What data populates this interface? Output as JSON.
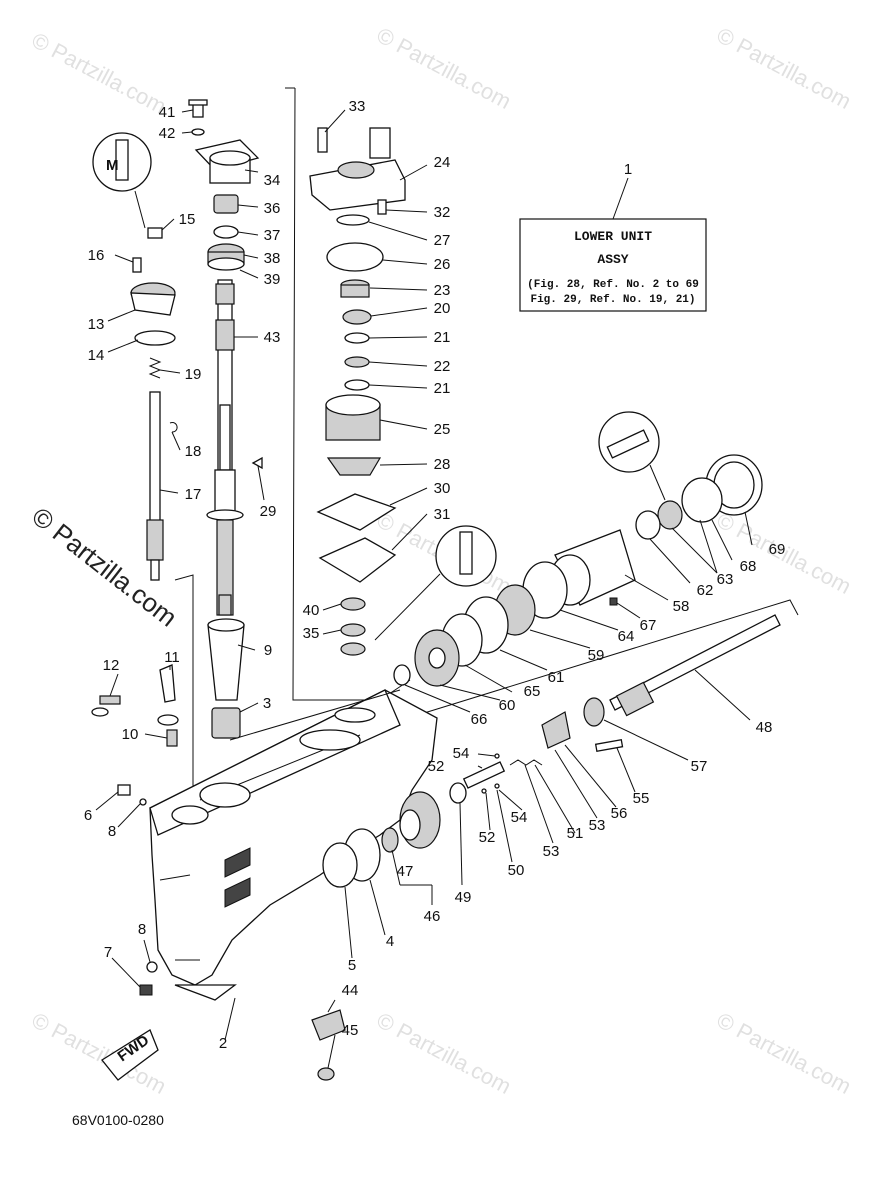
{
  "title_box": {
    "title": "LOWER UNIT",
    "subtitle": "ASSY",
    "refs_line1": "(Fig. 28, Ref. No. 2 to 69",
    "refs_line2": "Fig. 29, Ref. No. 19, 21)",
    "callout": "1"
  },
  "diagram_code": "68V0100-0280",
  "fwd_label": "FWD",
  "watermark": "© Partzilla.com",
  "labels": {
    "p2": "2",
    "p3": "3",
    "p4": "4",
    "p5": "5",
    "p6": "6",
    "p7": "7",
    "p8a": "8",
    "p8b": "8",
    "p9": "9",
    "p10": "10",
    "p11": "11",
    "p12": "12",
    "p13": "13",
    "p14": "14",
    "p15": "15",
    "p16": "16",
    "p17": "17",
    "p18": "18",
    "p19": "19",
    "p20": "20",
    "p21a": "21",
    "p21b": "21",
    "p22": "22",
    "p23": "23",
    "p24": "24",
    "p25": "25",
    "p26": "26",
    "p27": "27",
    "p28": "28",
    "p29": "29",
    "p30": "30",
    "p31": "31",
    "p32": "32",
    "p33": "33",
    "p34": "34",
    "p35": "35",
    "p36": "36",
    "p37": "37",
    "p38": "38",
    "p39": "39",
    "p40": "40",
    "p41": "41",
    "p42": "42",
    "p43": "43",
    "p44": "44",
    "p45": "45",
    "p46": "46",
    "p47": "47",
    "p48": "48",
    "p49": "49",
    "p50": "50",
    "p51": "51",
    "p52a": "52",
    "p52b": "52",
    "p53a": "53",
    "p53b": "53",
    "p54a": "54",
    "p54b": "54",
    "p55": "55",
    "p56": "56",
    "p57": "57",
    "p58": "58",
    "p59": "59",
    "p60": "60",
    "p61": "61",
    "p62": "62",
    "p63": "63",
    "p64": "64",
    "p65": "65",
    "p66": "66",
    "p67": "67",
    "p68": "68",
    "p69": "69"
  }
}
